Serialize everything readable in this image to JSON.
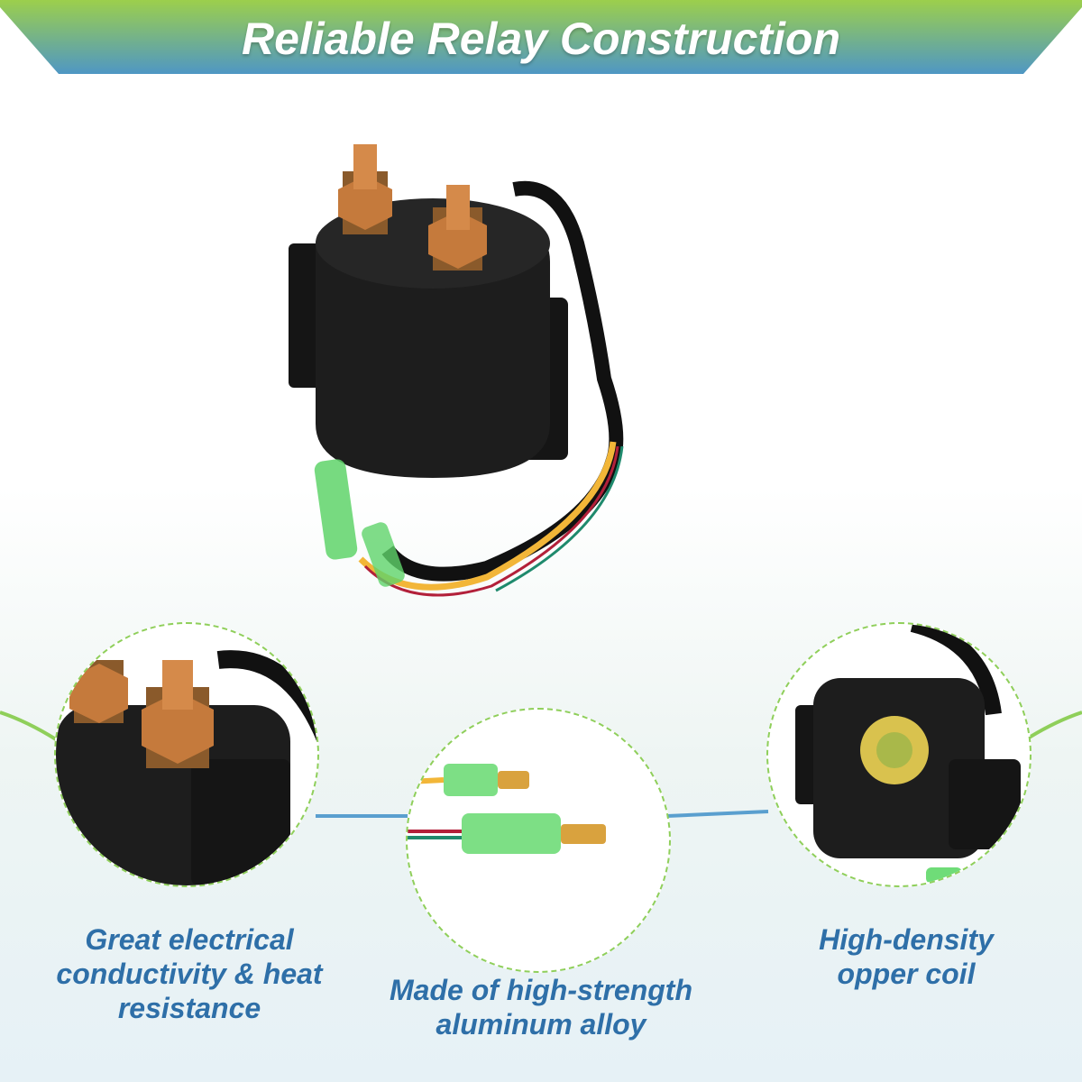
{
  "banner": {
    "title": "Reliable Relay Construction",
    "gradient_start": "#9ccf4c",
    "gradient_end": "#4f97c4"
  },
  "features": [
    {
      "lines": [
        "Great electrical",
        "conductivity & heat",
        "resistance"
      ]
    },
    {
      "lines": [
        "Made of high-strength",
        "aluminum alloy"
      ]
    },
    {
      "lines": [
        "High-density",
        "opper coil"
      ]
    }
  ],
  "colors": {
    "caption": "#2e6fa8",
    "circle_border": "#8fcf5a",
    "relay_body": "#1b1b1b",
    "terminal_copper": "#c57a3c",
    "connector_green": "#5fd36a",
    "wire_yellow": "#f2b638"
  },
  "icons": [
    "relay-image",
    "relay-terminal-detail-image",
    "connector-detail-image",
    "coil-detail-image"
  ]
}
